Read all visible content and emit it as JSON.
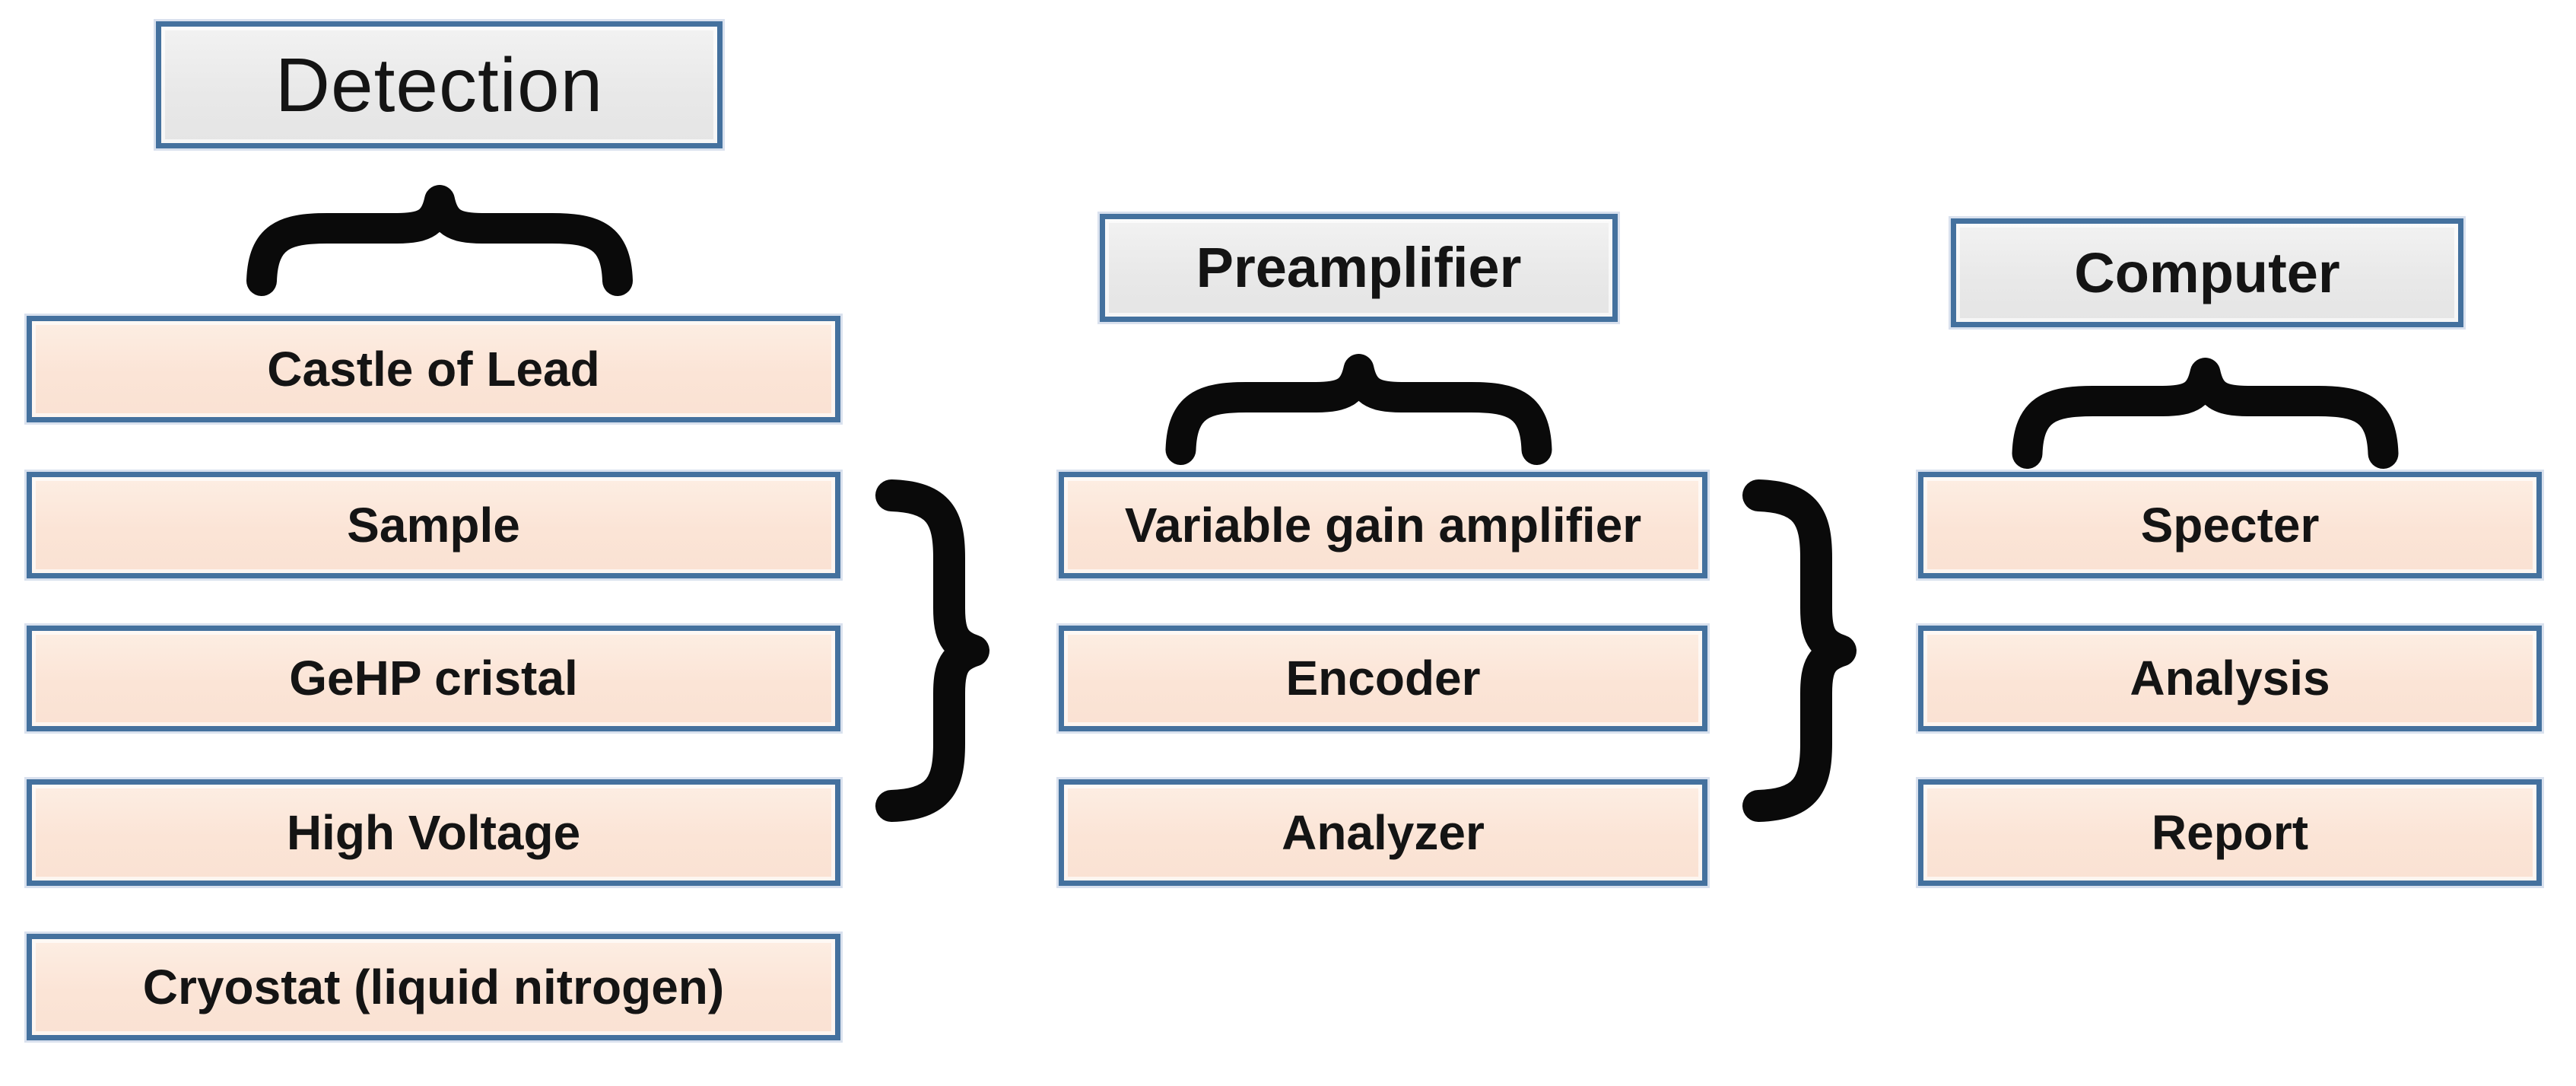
{
  "diagram": {
    "description": "Gamma spectrometry system block diagram",
    "colors": {
      "background": "#ffffff",
      "box_border": "#44719e",
      "item_fill": "#fbe5d8",
      "header_fill": "#e9e9e9",
      "brace": "#0a0a0a",
      "text": "#141414"
    },
    "columns": [
      {
        "header": "Detection",
        "items": [
          "Castle of Lead",
          "Sample",
          "GeHP cristal",
          "High Voltage",
          "Cryostat (liquid nitrogen)"
        ]
      },
      {
        "header": "Preamplifier",
        "items": [
          "Variable gain amplifier",
          "Encoder",
          "Analyzer"
        ]
      },
      {
        "header": "Computer",
        "items": [
          "Specter",
          "Analysis",
          "Report"
        ]
      }
    ]
  }
}
